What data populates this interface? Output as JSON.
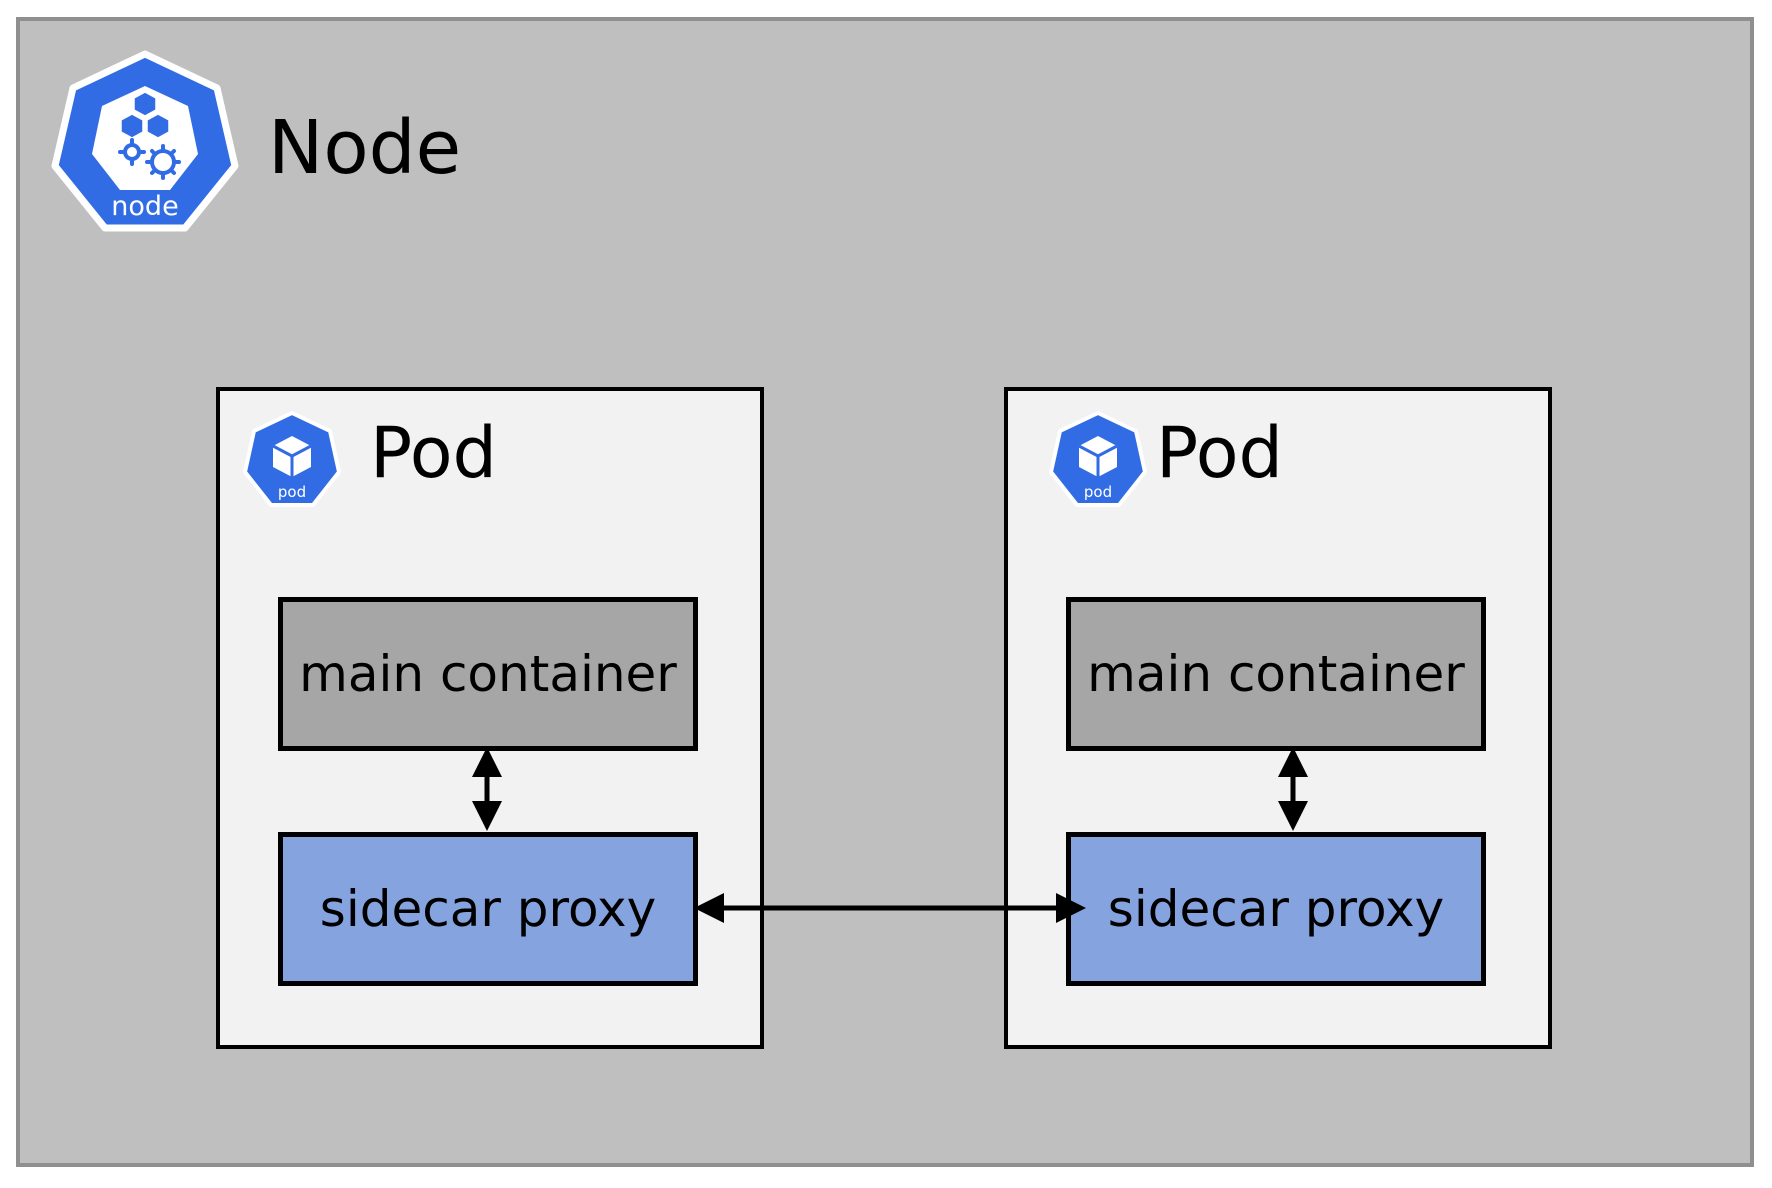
{
  "node": {
    "title": "Node",
    "logo_label": "node",
    "logo_color": "#326ce5"
  },
  "pods": [
    {
      "title": "Pod",
      "logo_label": "pod",
      "main_container_label": "main container",
      "sidecar_label": "sidecar proxy"
    },
    {
      "title": "Pod",
      "logo_label": "pod",
      "main_container_label": "main container",
      "sidecar_label": "sidecar proxy"
    }
  ],
  "colors": {
    "node_background": "#bfbfbf",
    "pod_background": "#f2f2f2",
    "main_container": "#a6a6a6",
    "sidecar_proxy": "#85a3df",
    "k8s_blue": "#326ce5"
  },
  "connections": [
    {
      "from": "pod-1-main-container",
      "to": "pod-1-sidecar-proxy",
      "direction": "bidirectional"
    },
    {
      "from": "pod-2-main-container",
      "to": "pod-2-sidecar-proxy",
      "direction": "bidirectional"
    },
    {
      "from": "pod-1-sidecar-proxy",
      "to": "pod-2-sidecar-proxy",
      "direction": "bidirectional"
    }
  ]
}
